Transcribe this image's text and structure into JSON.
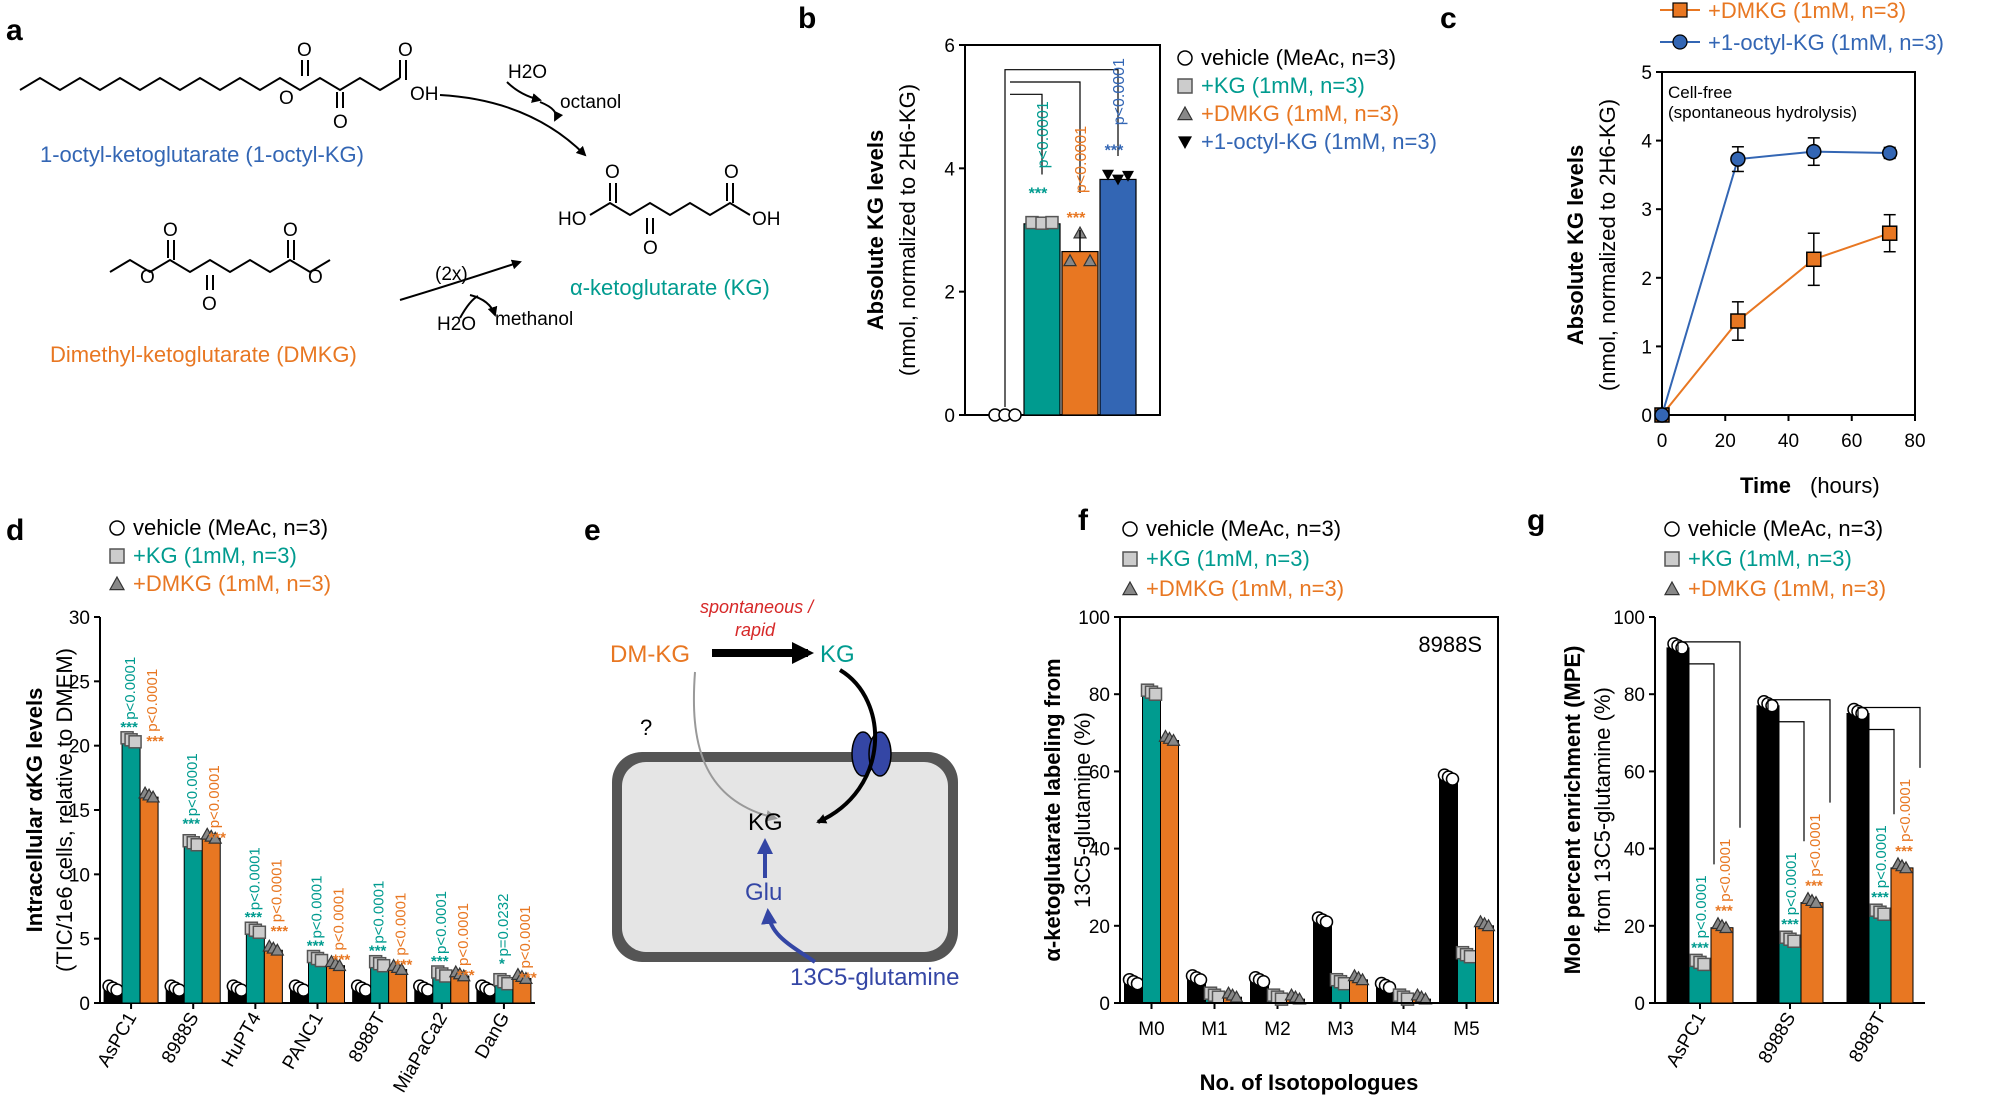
{
  "colors": {
    "vehicle": "#000000",
    "kg": "#009b8f",
    "dmkg": "#e87722",
    "octyl": "#3366b4",
    "red": "#d62828",
    "glu": "#3446a5"
  },
  "panels": {
    "a": "a",
    "b": "b",
    "c": "c",
    "d": "d",
    "e": "e",
    "f": "f",
    "g": "g"
  },
  "panel_a": {
    "octyl_name": "1-octyl-ketoglutarate (1-octyl-KG)",
    "dmkg_name": "Dimethyl-ketoglutarate (DMKG)",
    "kg_name": "α-ketoglutarate (KG)",
    "water1": "H2O",
    "octanol": "octanol",
    "twox": "(2x)",
    "water2": "H2O",
    "methanol": "methanol",
    "oh": "OH",
    "ho": "HO",
    "o": "O"
  },
  "panel_e": {
    "dmkg": "DM-KG",
    "kg_out": "KG",
    "kg_in": "KG",
    "glu": "Glu",
    "gln": "13C5-glutamine",
    "spont1": "spontaneous /",
    "spont2": "rapid",
    "q": "?"
  },
  "chart_data": [
    {
      "panel": "b",
      "type": "bar",
      "ylabel": "Absolute KG levels",
      "ylabel2": "(nmol, normalized to 2H6-KG)",
      "ylim": [
        0,
        6
      ],
      "yticks": [
        "0",
        "2",
        "4",
        "6"
      ],
      "series": [
        {
          "name": "vehicle (MeAc, n=3)",
          "value": 0,
          "points": [
            0,
            0,
            0
          ]
        },
        {
          "name": "+KG (1mM, n=3)",
          "value": 3.1,
          "points": [
            3.12,
            3.11,
            3.12
          ]
        },
        {
          "name": "+DMKG (1mM, n=3)",
          "value": 2.65,
          "points": [
            2.5,
            2.95,
            2.5
          ]
        },
        {
          "name": "+1-octyl-KG (1mM, n=3)",
          "value": 3.82,
          "points": [
            3.9,
            3.82,
            3.88
          ]
        }
      ],
      "annotations": [
        {
          "text": "p<0.0001",
          "stars": "***"
        },
        {
          "text": "p<0.0001",
          "stars": "***"
        },
        {
          "text": "p<0.0001",
          "stars": "***"
        }
      ]
    },
    {
      "panel": "c",
      "type": "line",
      "title": "Cell-free",
      "subtitle": "(spontaneous hydrolysis)",
      "xlabel": "Time",
      "xunit": "(hours)",
      "ylabel": "Absolute KG levels",
      "ylabel2": "(nmol, normalized to 2H6-KG)",
      "xlim": [
        0,
        80
      ],
      "ylim": [
        0,
        5
      ],
      "xticks": [
        "0",
        "20",
        "40",
        "60",
        "80"
      ],
      "yticks": [
        "0",
        "1",
        "2",
        "3",
        "4",
        "5"
      ],
      "series": [
        {
          "name": "+DMKG (1mM, n=3)",
          "x": [
            0,
            24,
            48,
            72
          ],
          "y": [
            0,
            1.37,
            2.27,
            2.65
          ],
          "err": [
            0,
            0.28,
            0.38,
            0.27
          ]
        },
        {
          "name": "+1-octyl-KG (1mM, n=3)",
          "x": [
            0,
            24,
            48,
            72
          ],
          "y": [
            0,
            3.73,
            3.84,
            3.82
          ],
          "err": [
            0,
            0.18,
            0.2,
            0.08
          ]
        }
      ]
    },
    {
      "panel": "d",
      "type": "bar",
      "ylabel": "Intracellular αKG levels",
      "ylabel2": "(TIC/1e6 cells, relative to DMEM)",
      "ylim": [
        0,
        30
      ],
      "yticks": [
        "0",
        "5",
        "10",
        "15",
        "20",
        "25",
        "30"
      ],
      "categories": [
        "AsPC1",
        "8988S",
        "HuPT4",
        "PANC1",
        "8988T",
        "MiaPaCa2",
        "DanG"
      ],
      "series": [
        {
          "name": "vehicle (MeAc, n=3)",
          "values": [
            1,
            1,
            1,
            1,
            1,
            1,
            1
          ]
        },
        {
          "name": "+KG (1mM, n=3)",
          "values": [
            20.3,
            12.3,
            5.5,
            3.3,
            2.9,
            2.1,
            1.5
          ]
        },
        {
          "name": "+DMKG (1mM, n=3)",
          "values": [
            16,
            12.8,
            4.1,
            2.9,
            2.6,
            2.1,
            1.9
          ]
        }
      ],
      "annotations": [
        {
          "kg_p": "p<0.0001",
          "kg_s": "***",
          "dm_p": "p<0.0001",
          "dm_s": "***"
        },
        {
          "kg_p": "p<0.0001",
          "kg_s": "***",
          "dm_p": "p<0.0001",
          "dm_s": "***"
        },
        {
          "kg_p": "p<0.0001",
          "kg_s": "***",
          "dm_p": "p<0.0001",
          "dm_s": "***"
        },
        {
          "kg_p": "p<0.0001",
          "kg_s": "***",
          "dm_p": "p<0.0001",
          "dm_s": "***"
        },
        {
          "kg_p": "p<0.0001",
          "kg_s": "***",
          "dm_p": "p<0.0001",
          "dm_s": "***"
        },
        {
          "kg_p": "p<0.0001",
          "kg_s": "***",
          "dm_p": "p<0.0001",
          "dm_s": "***"
        },
        {
          "kg_p": "p=0.0232",
          "kg_s": "*",
          "dm_p": "p<0.0001",
          "dm_s": "***"
        }
      ]
    },
    {
      "panel": "f",
      "type": "bar",
      "title": "8988S",
      "xlabel": "No. of Isotopologues",
      "ylabel": "α-ketoglutarate labeling from",
      "ylabel2": "13C5-glutamine (%)",
      "ylim": [
        0,
        100
      ],
      "yticks": [
        "0",
        "20",
        "40",
        "60",
        "80",
        "100"
      ],
      "categories": [
        "M0",
        "M1",
        "M2",
        "M3",
        "M4",
        "M5"
      ],
      "series": [
        {
          "name": "vehicle (MeAc, n=3)",
          "values": [
            5,
            6,
            5.5,
            21,
            4,
            58
          ]
        },
        {
          "name": "+KG (1mM, n=3)",
          "values": [
            80,
            1.5,
            1,
            5,
            1,
            12
          ]
        },
        {
          "name": "+DMKG (1mM, n=3)",
          "values": [
            68,
            1.5,
            1,
            6,
            1,
            20
          ]
        }
      ]
    },
    {
      "panel": "g",
      "type": "bar",
      "ylabel": "Mole percent enrichment (MPE)",
      "ylabel2": "from 13C5-glutamine (%)",
      "ylim": [
        0,
        100
      ],
      "yticks": [
        "0",
        "20",
        "40",
        "60",
        "80",
        "100"
      ],
      "categories": [
        "AsPC1",
        "8988S",
        "8988T"
      ],
      "series": [
        {
          "name": "vehicle (MeAc, n=3)",
          "values": [
            92,
            77,
            75
          ]
        },
        {
          "name": "+KG (1mM, n=3)",
          "values": [
            10,
            16,
            23
          ]
        },
        {
          "name": "+DMKG (1mM, n=3)",
          "values": [
            19.5,
            26,
            35
          ]
        }
      ],
      "annotations": [
        {
          "kg_p": "p<0.0001",
          "kg_s": "***",
          "dm_p": "p<0.0001",
          "dm_s": "***"
        },
        {
          "kg_p": "p<0.0001",
          "kg_s": "***",
          "dm_p": "p<0.0001",
          "dm_s": "***"
        },
        {
          "kg_p": "p<0.0001",
          "kg_s": "***",
          "dm_p": "p<0.0001",
          "dm_s": "***"
        }
      ]
    }
  ]
}
